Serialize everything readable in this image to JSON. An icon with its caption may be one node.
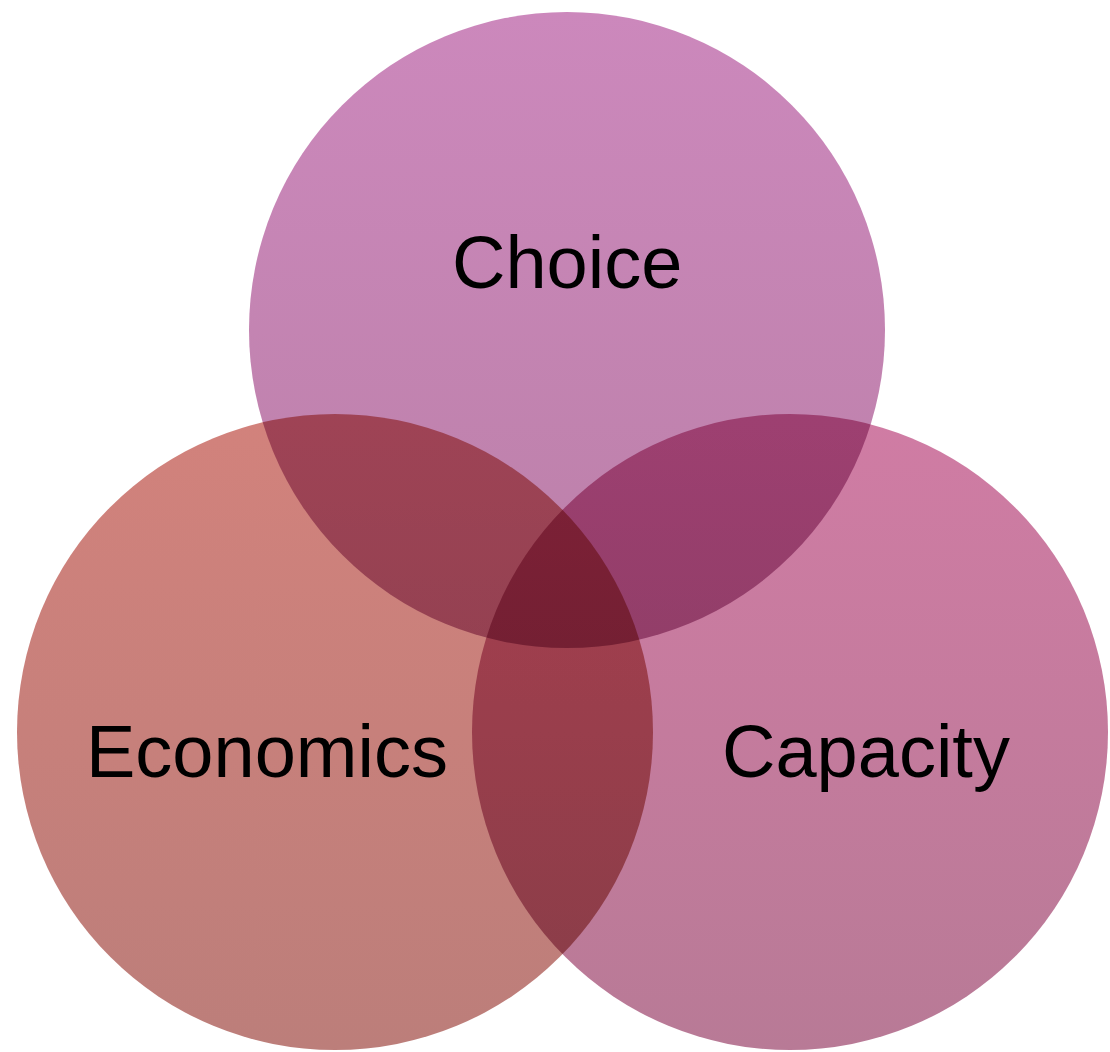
{
  "diagram": {
    "nodes": [
      {
        "text": [
          "Choice"
        ]
      },
      {
        "text": [
          "Economics"
        ]
      },
      {
        "text": [
          "Capacity"
        ]
      }
    ]
  }
}
